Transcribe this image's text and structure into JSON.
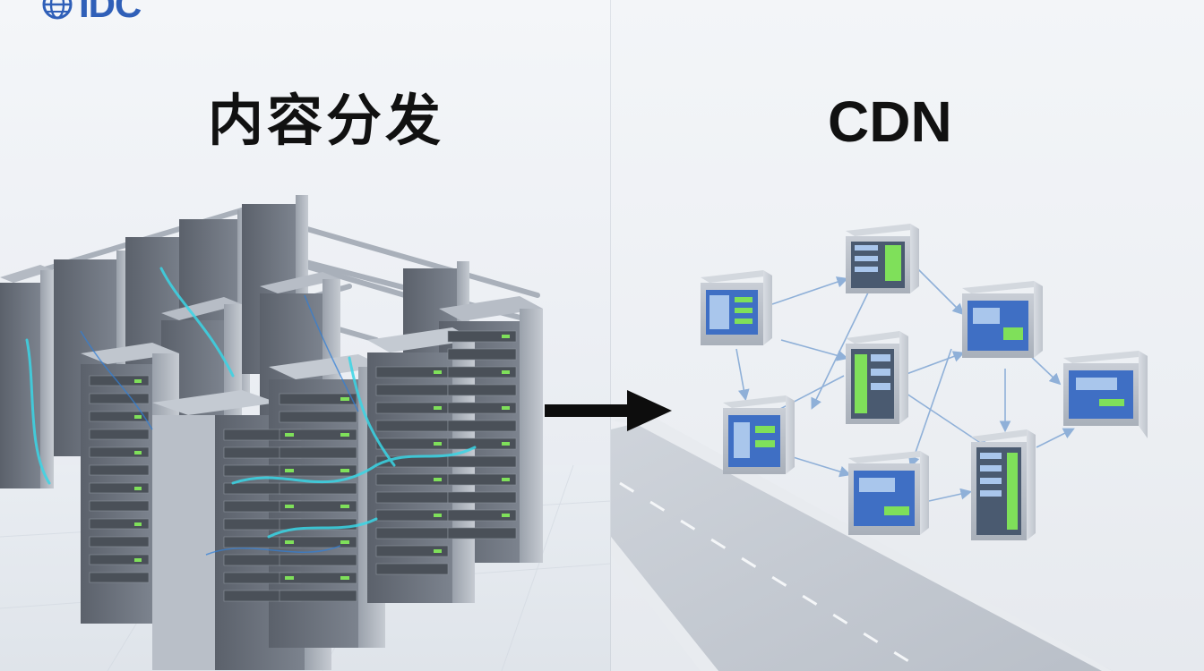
{
  "logo": {
    "text": "IDC",
    "icon": "globe-icon",
    "color": "#2f5fb8"
  },
  "left_panel": {
    "title": "内容分发"
  },
  "right_panel": {
    "title": "CDN"
  },
  "arrow": {
    "icon": "arrow-right-icon",
    "color": "#0d0d0d"
  },
  "colors": {
    "glow": "#39d6e6",
    "led": "#7fe05a",
    "server_screen": "#3f6fc4",
    "rack": "#6f7682"
  }
}
